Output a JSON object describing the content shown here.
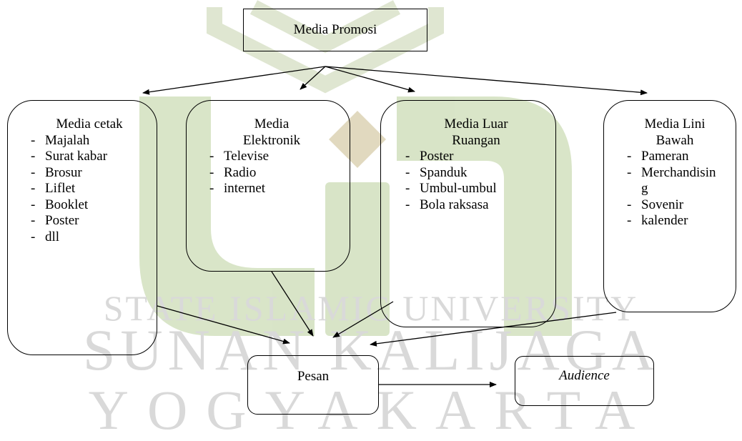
{
  "watermark": {
    "line1": "STATE ISLAMIC UNIVERSITY",
    "line2": "SUNAN KALIJAGA",
    "line3": "YOGYAKARTA",
    "color": "#d9d9d9",
    "logo_color": "#b9cf9b"
  },
  "root": {
    "label": "Media Promosi"
  },
  "categories": [
    {
      "title_lines": [
        "Media cetak"
      ],
      "items": [
        "Majalah",
        "Surat kabar",
        "Brosur",
        "Liflet",
        "Booklet",
        "Poster",
        "dll"
      ]
    },
    {
      "title_lines": [
        "Media",
        "Elektronik"
      ],
      "items": [
        "Televise",
        "Radio",
        "internet"
      ]
    },
    {
      "title_lines": [
        "Media Luar",
        "Ruangan"
      ],
      "items": [
        "Poster",
        "Spanduk",
        "Umbul-umbul",
        "Bola raksasa"
      ]
    },
    {
      "title_lines": [
        "Media Lini",
        "Bawah"
      ],
      "items": [
        "Pameran",
        "Merchandi­sing",
        "Sovenir",
        "kalender"
      ]
    }
  ],
  "message": {
    "label": "Pesan"
  },
  "audience": {
    "label": "Audience"
  }
}
